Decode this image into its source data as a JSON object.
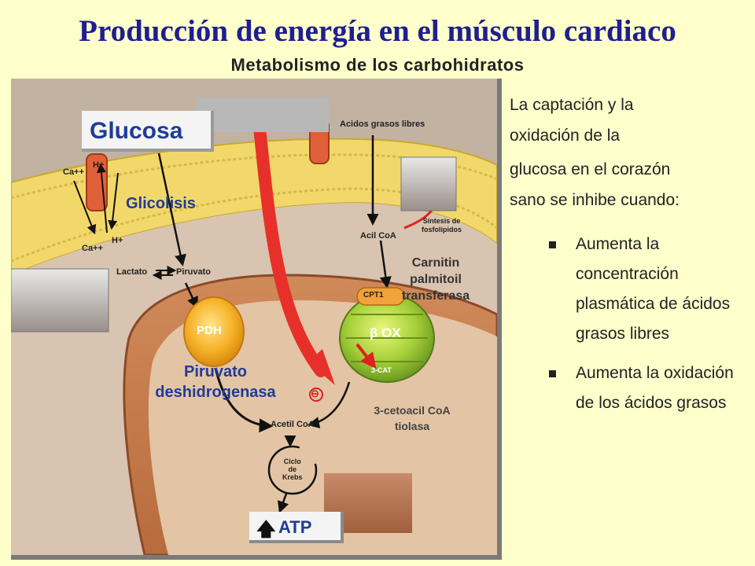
{
  "header": {
    "title": "Producción de energía en el músculo cardiaco",
    "subtitle": "Metabolismo de los carbohidratos"
  },
  "diagram": {
    "glucosa": "Glucosa",
    "glicolisis": "Glicolisis",
    "piruvato_dh_line1": "Piruvato",
    "piruvato_dh_line2": "deshidrogenasa",
    "carnitin_line1": "Carnitin",
    "carnitin_line2": "palmitoil",
    "carnitin_line3": "transferasa",
    "tiolasa_line1": "3-cetoacil CoA",
    "tiolasa_line2": "tiolasa",
    "atp": "ATP",
    "acidos_grasos": "Acidos grasos libres",
    "acil_coa": "Acil CoA",
    "cpt1": "CPT1",
    "sintesis_line1": "Síntesis de",
    "sintesis_line2": "fosfolípidos",
    "lactato": "Lactato",
    "piruvato": "Piruvato",
    "pdh": "PDH",
    "beta_ox": "β OX",
    "three_cat": "3-CAT",
    "acetil_coa": "Acetil CoA",
    "ciclo_line1": "Ciclo",
    "ciclo_line2": "de",
    "ciclo_line3": "Krebs",
    "ca_top": "Ca++",
    "h_top": "H+",
    "ca_bottom": "Ca++",
    "h_bottom": "H+",
    "inhibit": "⊖"
  },
  "text": {
    "intro_line1": "La captación y la",
    "intro_line2": "oxidación de la",
    "intro_line3": "glucosa en el corazón",
    "intro_line4": "sano se inhibe cuando:",
    "bullets": [
      "Aumenta la concentración plasmática de ácidos grasos libres",
      "Aumenta la oxidación de los ácidos grasos"
    ]
  }
}
